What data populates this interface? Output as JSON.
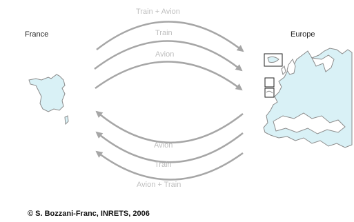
{
  "places": {
    "origin": "France",
    "destination": "Europe"
  },
  "flows": {
    "outbound": [
      {
        "label": "Train  + Avion"
      },
      {
        "label": "Train"
      },
      {
        "label": "Avion"
      }
    ],
    "inbound": [
      {
        "label": "Avion"
      },
      {
        "label": "Train"
      },
      {
        "label": "Avion + Train"
      }
    ]
  },
  "credit": "© S. Bozzani-Franc, INRETS, 2006",
  "colors": {
    "arrow": "#a6a6a6",
    "flow_label": "#bfbfbf",
    "land": "#d9f1f6",
    "coast": "#8a8a8a"
  }
}
